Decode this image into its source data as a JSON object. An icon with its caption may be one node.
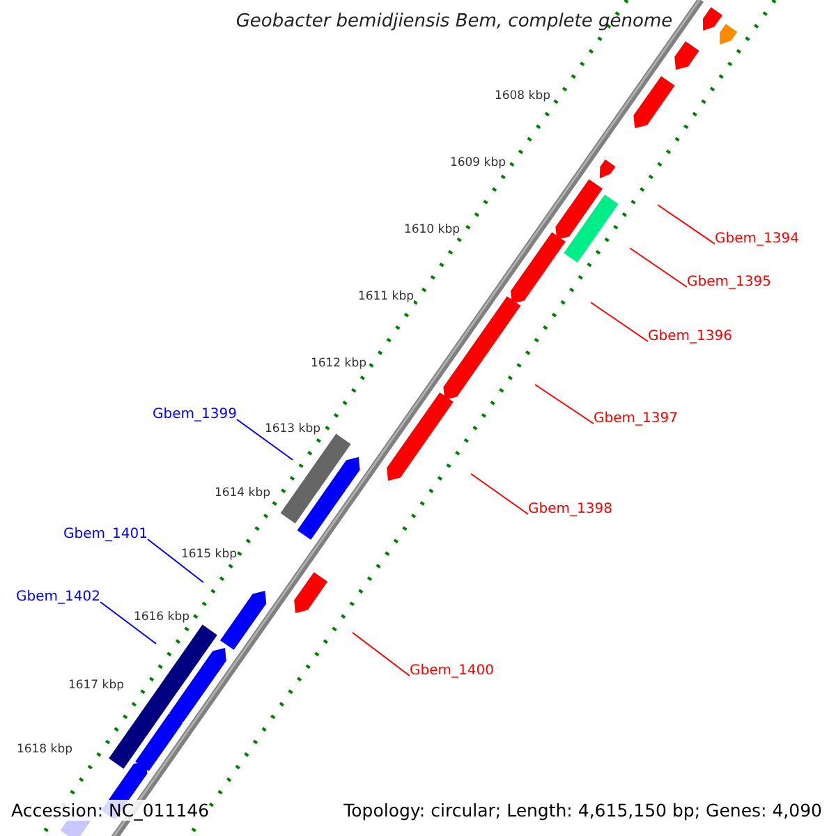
{
  "diagram": {
    "title": "Geobacter bemidjiensis Bem, complete genome",
    "nodes": [
      {
        "text": [
          "Gbem_1394"
        ]
      },
      {
        "text": [
          "Gbem_1395"
        ]
      },
      {
        "text": [
          "Gbem_1396"
        ]
      },
      {
        "text": [
          "Gbem_1399"
        ]
      },
      {
        "text": [
          "Gbem_1397"
        ]
      },
      {
        "text": [
          "Gbem_1398"
        ]
      },
      {
        "text": [
          "Gbem_1401"
        ]
      },
      {
        "text": [
          "Gbem_1402"
        ]
      },
      {
        "text": [
          "Gbem_1400"
        ]
      }
    ],
    "edges": [
      {
        "from": 0,
        "to": null,
        "arrow": "none"
      },
      {
        "from": 1,
        "to": null,
        "arrow": "none"
      },
      {
        "from": 2,
        "to": null,
        "arrow": "none"
      },
      {
        "from": 3,
        "to": null,
        "arrow": "none",
        "color": "#0000ff"
      },
      {
        "from": 4,
        "to": null,
        "arrow": "none"
      },
      {
        "from": 5,
        "to": null,
        "arrow": "none"
      },
      {
        "from": 6,
        "to": null,
        "arrow": "none",
        "color": "#0000ff"
      },
      {
        "from": 7,
        "to": null,
        "arrow": "none",
        "color": "#0000ff"
      },
      {
        "from": 8,
        "to": null,
        "arrow": "none"
      }
    ],
    "labels": [
      "1608 kbp",
      "1609 kbp",
      "1610 kbp",
      "1611 kbp",
      "1612 kbp",
      "1613 kbp",
      "1614 kbp",
      "1615 kbp",
      "1616 kbp",
      "1617 kbp",
      "1618 kbp",
      "Accession: NC_011146",
      "Topology: circular; Length: 4,615,150 bp; Genes: 4,090"
    ]
  }
}
